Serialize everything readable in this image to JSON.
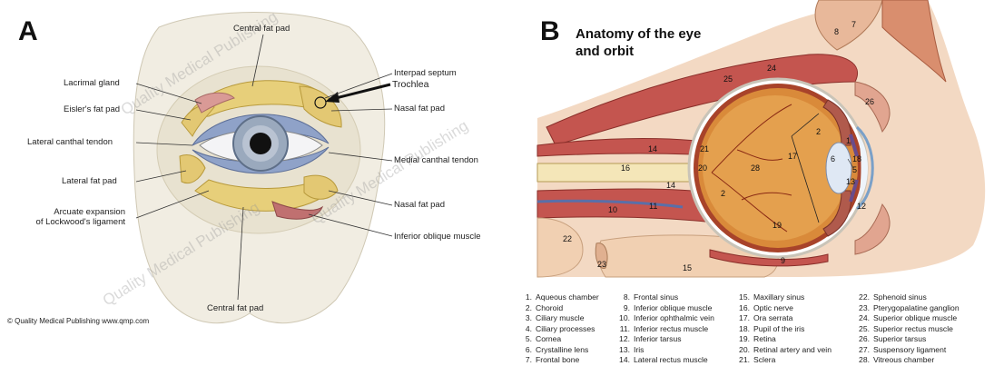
{
  "panel_a": {
    "letter": "A",
    "labels": {
      "central_fat_pad_top": "Central fat pad",
      "interpad_septum": "Interpad septum",
      "trochlea": "Trochlea",
      "lacrimal_gland": "Lacrimal gland",
      "eislers_fat_pad": "Eisler's fat pad",
      "nasal_fat_pad_top": "Nasal fat pad",
      "lateral_canthal_tendon": "Lateral canthal tendon",
      "medial_canthal_tendon": "Medial canthal tendon",
      "lateral_fat_pad": "Lateral fat pad",
      "nasal_fat_pad_bottom": "Nasal fat pad",
      "arcuate_line1": "Arcuate expansion",
      "arcuate_line2": "of Lockwood's ligament",
      "inferior_oblique": "Inferior oblique muscle",
      "central_fat_pad_bottom": "Central fat pad"
    },
    "copyright": "© Quality Medical Publishing   www.qmp.com",
    "watermark": "Quality Medical Publishing"
  },
  "panel_b": {
    "letter": "B",
    "title_line1": "Anatomy of the eye",
    "title_line2": "and orbit",
    "legend": [
      {
        "n": "1.",
        "label": "Aqueous chamber"
      },
      {
        "n": "2.",
        "label": "Choroid"
      },
      {
        "n": "3.",
        "label": "Ciliary muscle"
      },
      {
        "n": "4.",
        "label": "Ciliary processes"
      },
      {
        "n": "5.",
        "label": "Cornea"
      },
      {
        "n": "6.",
        "label": "Crystalline lens"
      },
      {
        "n": "7.",
        "label": "Frontal bone"
      },
      {
        "n": "8.",
        "label": "Frontal sinus"
      },
      {
        "n": "9.",
        "label": "Inferior oblique muscle"
      },
      {
        "n": "10.",
        "label": "Inferior ophthalmic vein"
      },
      {
        "n": "11.",
        "label": "Inferior rectus muscle"
      },
      {
        "n": "12.",
        "label": "Inferior tarsus"
      },
      {
        "n": "13.",
        "label": "Iris"
      },
      {
        "n": "14.",
        "label": "Lateral rectus muscle"
      },
      {
        "n": "15.",
        "label": "Maxillary sinus"
      },
      {
        "n": "16.",
        "label": "Optic nerve"
      },
      {
        "n": "17.",
        "label": "Ora serrata"
      },
      {
        "n": "18.",
        "label": "Pupil of the iris"
      },
      {
        "n": "19.",
        "label": "Retina"
      },
      {
        "n": "20.",
        "label": "Retinal artery and vein"
      },
      {
        "n": "21.",
        "label": "Sclera"
      },
      {
        "n": "22.",
        "label": "Sphenoid sinus"
      },
      {
        "n": "23.",
        "label": "Pterygopalatine  ganglion"
      },
      {
        "n": "24.",
        "label": "Superior oblique muscle"
      },
      {
        "n": "25.",
        "label": "Superior rectus muscle"
      },
      {
        "n": "26.",
        "label": "Superior tarsus"
      },
      {
        "n": "27.",
        "label": "Suspensory ligament"
      },
      {
        "n": "28.",
        "label": "Vitreous chamber"
      }
    ],
    "numbers": {
      "n1": "1",
      "n2": "2",
      "n5": "5",
      "n6": "6",
      "n7": "7",
      "n8": "8",
      "n9": "9",
      "n10": "10",
      "n11": "11",
      "n12": "12",
      "n13": "13",
      "n14": "14",
      "n15": "15",
      "n16": "16",
      "n17": "17",
      "n18": "18",
      "n19": "19",
      "n20": "20",
      "n21": "21",
      "n22": "22",
      "n23": "23",
      "n24": "24",
      "n25": "25",
      "n26": "26",
      "n28": "28"
    }
  }
}
